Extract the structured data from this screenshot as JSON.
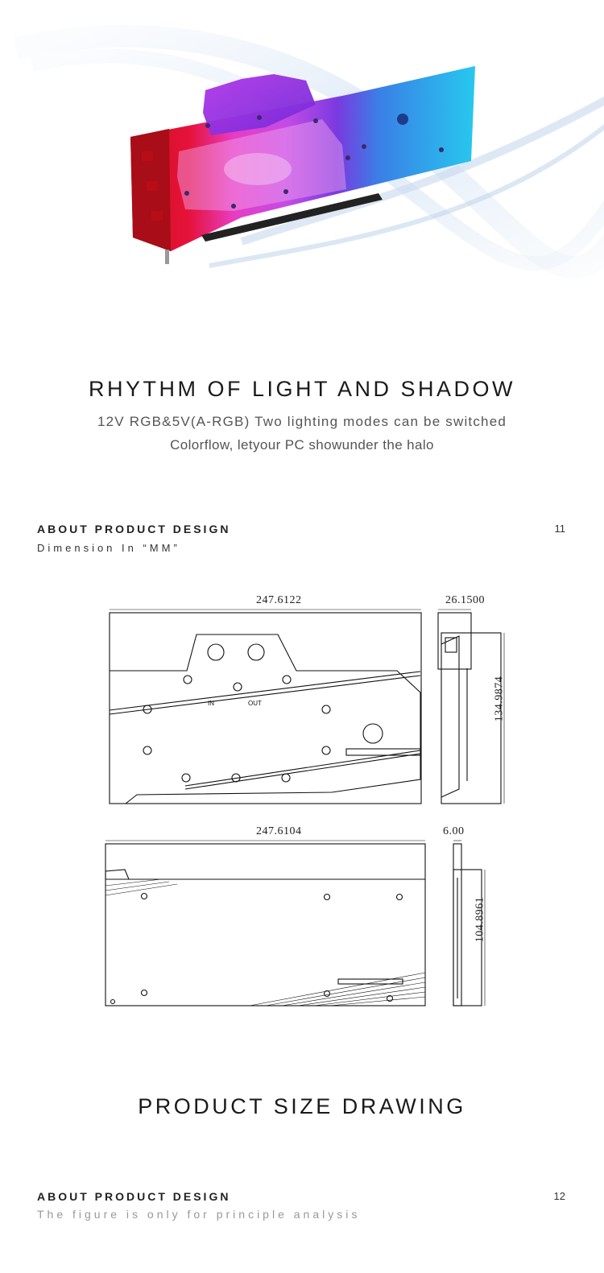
{
  "section1": {
    "title": "RHYTHM OF LIGHT AND SHADOW",
    "line1": "12V RGB&5V(A-RGB) Two lighting modes can be switched",
    "line2": "Colorflow, letyour PC showunder the halo"
  },
  "about1": {
    "title": "ABOUT PRODUCT DESIGN",
    "subtitle": "Dimension In “MM”",
    "page": "11"
  },
  "dimensions": {
    "front_width": "247.6122",
    "front_depth": "26.1500",
    "front_height": "134.9874",
    "back_width": "247.6104",
    "back_depth": "6.00",
    "back_height": "104.8961",
    "label_in": "IN",
    "label_out": "OUT"
  },
  "section2": {
    "title": "PRODUCT SIZE DRAWING"
  },
  "about2": {
    "title": "ABOUT PRODUCT DESIGN",
    "subtitle": "The figure is only for principle analysis",
    "page": "12"
  },
  "colors": {
    "red": "#c4101c",
    "magenta": "#d21fd6",
    "violet": "#7d2ee0",
    "cyan": "#23b6ec",
    "ribbon": "#9ec3e8"
  }
}
